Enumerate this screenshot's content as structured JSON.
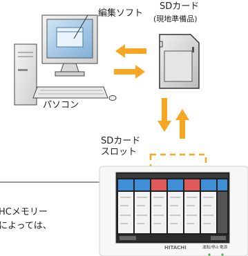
{
  "labels": {
    "editing_software": "編集ソフト",
    "sd_card": "SDカード",
    "sd_card_note": "(現地準備品)",
    "pc": "パソコン",
    "sd_slot_line1": "SDカード",
    "sd_slot_line2": "スロット"
  },
  "clipped_text": {
    "line1": "HCメモリー",
    "line2": "によっては、"
  },
  "device": {
    "brand": "HITACHI",
    "footer_left": "運転/停止",
    "footer_right": "電源"
  },
  "colors": {
    "arrow": "#f5a623",
    "slot_dash": "#f5a623",
    "pc_screen": "#7fb0d8",
    "panel_column_blue": "#3f8fd6",
    "panel_column_red": "#e05a5a"
  },
  "icons": {
    "pc": "desktop-computer-icon",
    "sd": "sd-card-icon",
    "device": "touch-panel-controller-icon"
  }
}
